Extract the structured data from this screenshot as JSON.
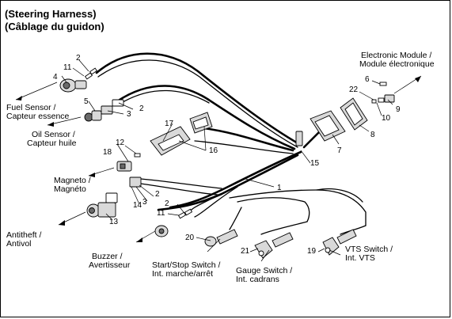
{
  "title": {
    "line1": "(Steering Harness)",
    "line2": "(Câblage du guidon)"
  },
  "labels": {
    "electronic_module": [
      "Electronic Module /",
      "Module électronique"
    ],
    "fuel_sensor": [
      "Fuel Sensor /",
      "Capteur essence"
    ],
    "oil_sensor": [
      "Oil Sensor /",
      "Capteur huile"
    ],
    "magneto": [
      "Magneto /",
      "Magnéto"
    ],
    "antitheft": [
      "Antitheft /",
      "Antivol"
    ],
    "buzzer": [
      "Buzzer /",
      "Avertisseur"
    ],
    "start_stop_switch": [
      "Start/Stop Switch /",
      "Int. marche/arrêt"
    ],
    "gauge_switch": [
      "Gauge Switch /",
      "Int. cadrans"
    ],
    "vts_switch": [
      "VTS Switch /",
      "Int. VTS"
    ]
  },
  "callouts": {
    "c1": "1",
    "c2a": "2",
    "c2b": "2",
    "c2c": "2",
    "c2d": "2",
    "c3a": "3",
    "c3b": "3",
    "c4": "4",
    "c5": "5",
    "c6": "6",
    "c7": "7",
    "c8": "8",
    "c9": "9",
    "c10": "10",
    "c11a": "11",
    "c11b": "11",
    "c12": "12",
    "c13": "13",
    "c14": "14",
    "c15": "15",
    "c16": "16",
    "c17": "17",
    "c18": "18",
    "c19": "19",
    "c20": "20",
    "c21": "21",
    "c22": "22"
  },
  "colors": {
    "ink": "#000000",
    "part_fill": "#d9d9d9",
    "background": "#ffffff"
  }
}
